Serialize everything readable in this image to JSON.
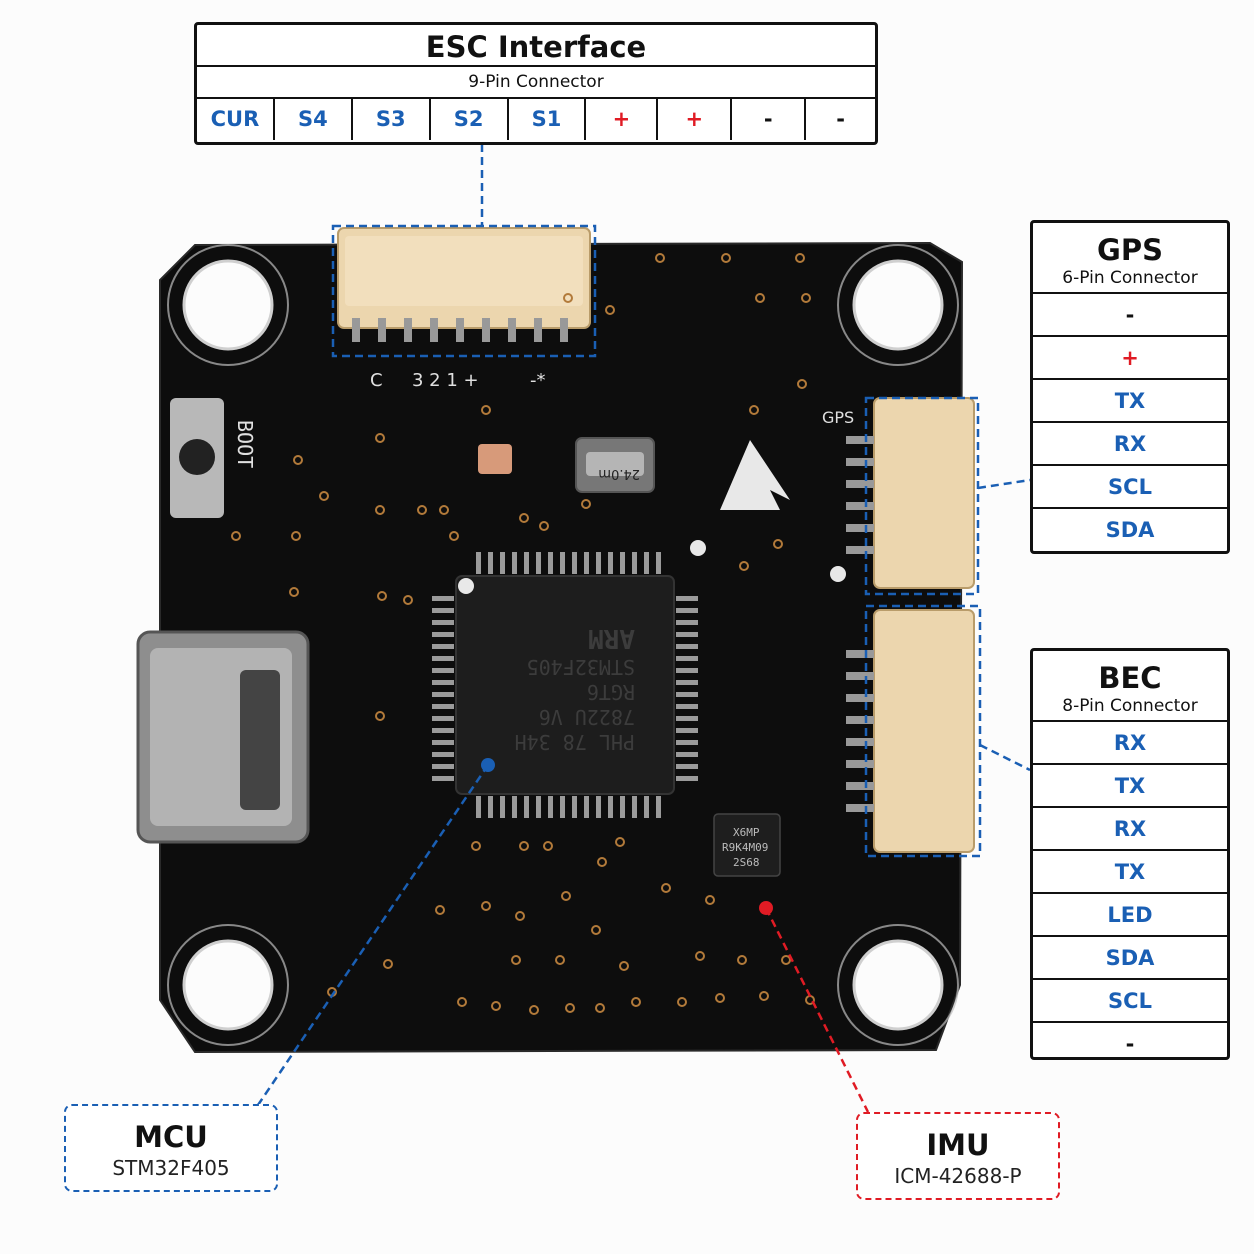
{
  "esc": {
    "title": "ESC Interface",
    "subtitle": "9-Pin Connector",
    "pins": [
      {
        "label": "CUR",
        "color": "blue"
      },
      {
        "label": "S4",
        "color": "blue"
      },
      {
        "label": "S3",
        "color": "blue"
      },
      {
        "label": "S2",
        "color": "blue"
      },
      {
        "label": "S1",
        "color": "blue"
      },
      {
        "label": "+",
        "color": "red"
      },
      {
        "label": "+",
        "color": "red"
      },
      {
        "label": "-",
        "color": "black"
      },
      {
        "label": "-",
        "color": "black"
      }
    ]
  },
  "gps": {
    "title": "GPS",
    "subtitle": "6-Pin Connector",
    "pins": [
      {
        "label": "-",
        "color": "black"
      },
      {
        "label": "+",
        "color": "red"
      },
      {
        "label": "TX",
        "color": "blue"
      },
      {
        "label": "RX",
        "color": "blue"
      },
      {
        "label": "SCL",
        "color": "blue"
      },
      {
        "label": "SDA",
        "color": "blue"
      }
    ]
  },
  "bec": {
    "title": "BEC",
    "subtitle": "8-Pin Connector",
    "pins": [
      {
        "label": "RX",
        "color": "blue"
      },
      {
        "label": "TX",
        "color": "blue"
      },
      {
        "label": "RX",
        "color": "blue"
      },
      {
        "label": "TX",
        "color": "blue"
      },
      {
        "label": "LED",
        "color": "blue"
      },
      {
        "label": "SDA",
        "color": "blue"
      },
      {
        "label": "SCL",
        "color": "blue"
      },
      {
        "label": "-",
        "color": "black"
      }
    ]
  },
  "mcu": {
    "title": "MCU",
    "subtitle": "STM32F405"
  },
  "imu": {
    "title": "IMU",
    "subtitle": "ICM-42688-P"
  },
  "board": {
    "esc_silk": "C",
    "esc_silk_nums": "3 2 1 +",
    "esc_silk_end": "-*",
    "gps_silk": "GPS",
    "boot_silk": "BOOT",
    "crystal_text": "24.0m",
    "mcu_chip_lines": [
      "ARM",
      "STM32F405",
      "RGT6",
      "7822U V6",
      "PHL 78 34H"
    ],
    "imu_chip_lines": [
      "X6MP",
      "R9K4M09",
      "2S68"
    ]
  },
  "colors": {
    "blue": "#1a5fb4",
    "red": "#e01b24",
    "black": "#111111",
    "board": "#0d0d0d",
    "connector": "#ecd6ae"
  }
}
